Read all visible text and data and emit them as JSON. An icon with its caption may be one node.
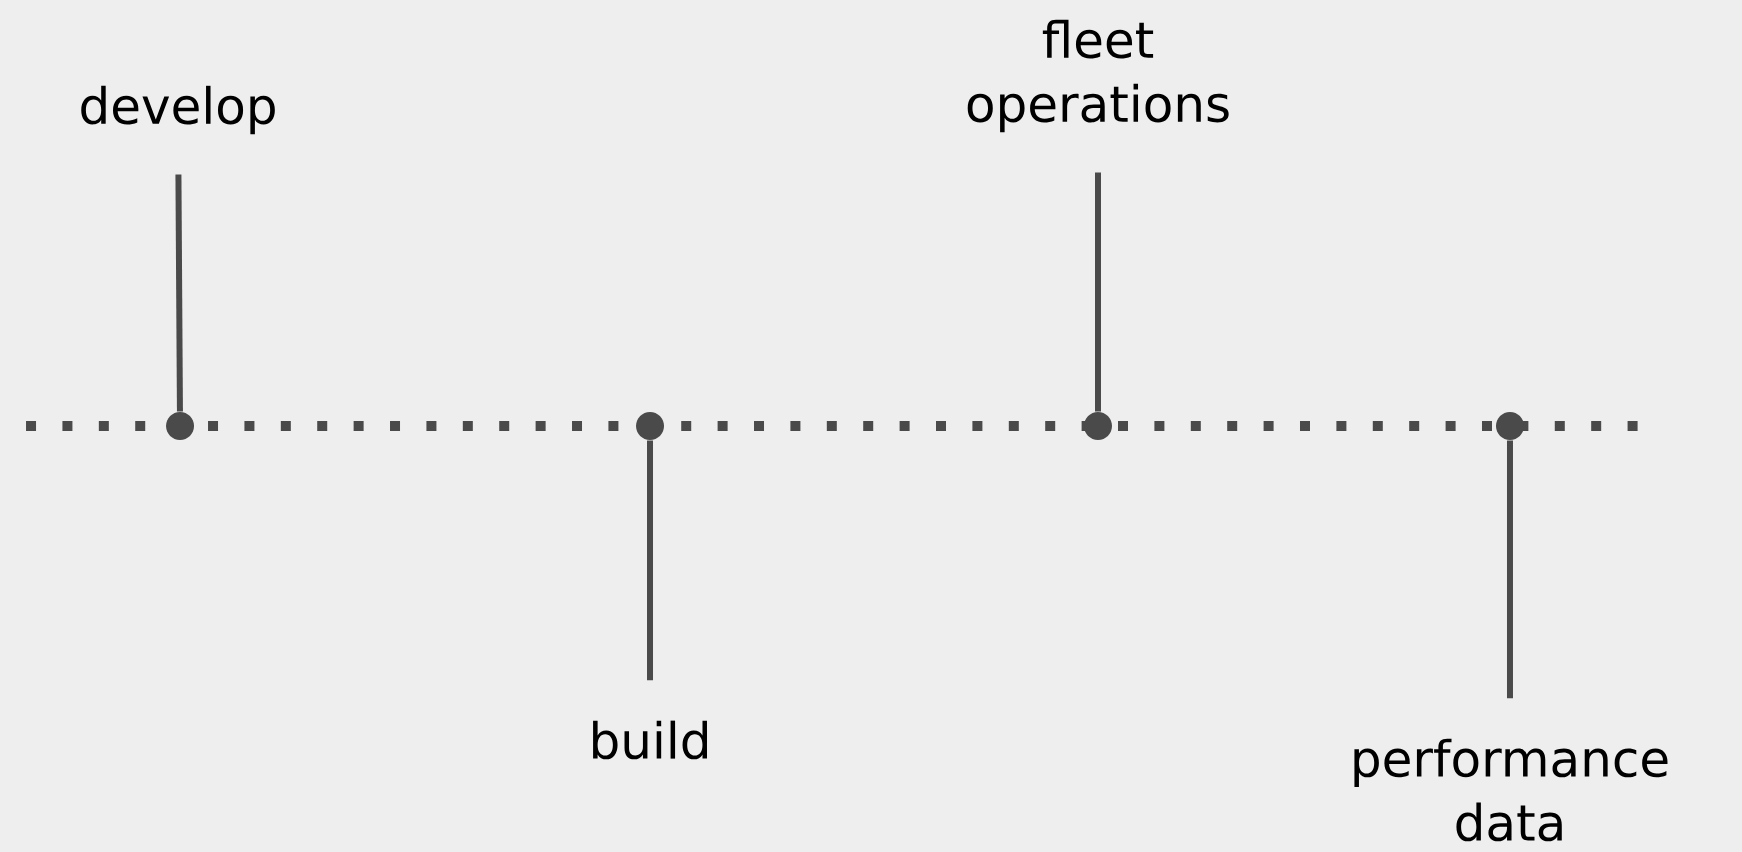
{
  "diagram": {
    "nodes": [
      {
        "text": [
          "develop"
        ]
      },
      {
        "text": [
          "fleet operations"
        ]
      },
      {
        "text": [],
        "shape": "circle"
      },
      {
        "text": [],
        "shape": "circle"
      },
      {
        "text": [],
        "shape": "circle"
      },
      {
        "text": [],
        "shape": "circle"
      },
      {
        "text": [
          "build"
        ]
      },
      {
        "text": [
          "performance data"
        ]
      }
    ],
    "edges": [
      {
        "from": 0,
        "to": 2,
        "arrow": "none"
      },
      {
        "from": 6,
        "to": 3,
        "arrow": "none"
      },
      {
        "from": 1,
        "to": 4,
        "arrow": "none"
      },
      {
        "from": 7,
        "to": 5,
        "arrow": "none"
      }
    ]
  }
}
